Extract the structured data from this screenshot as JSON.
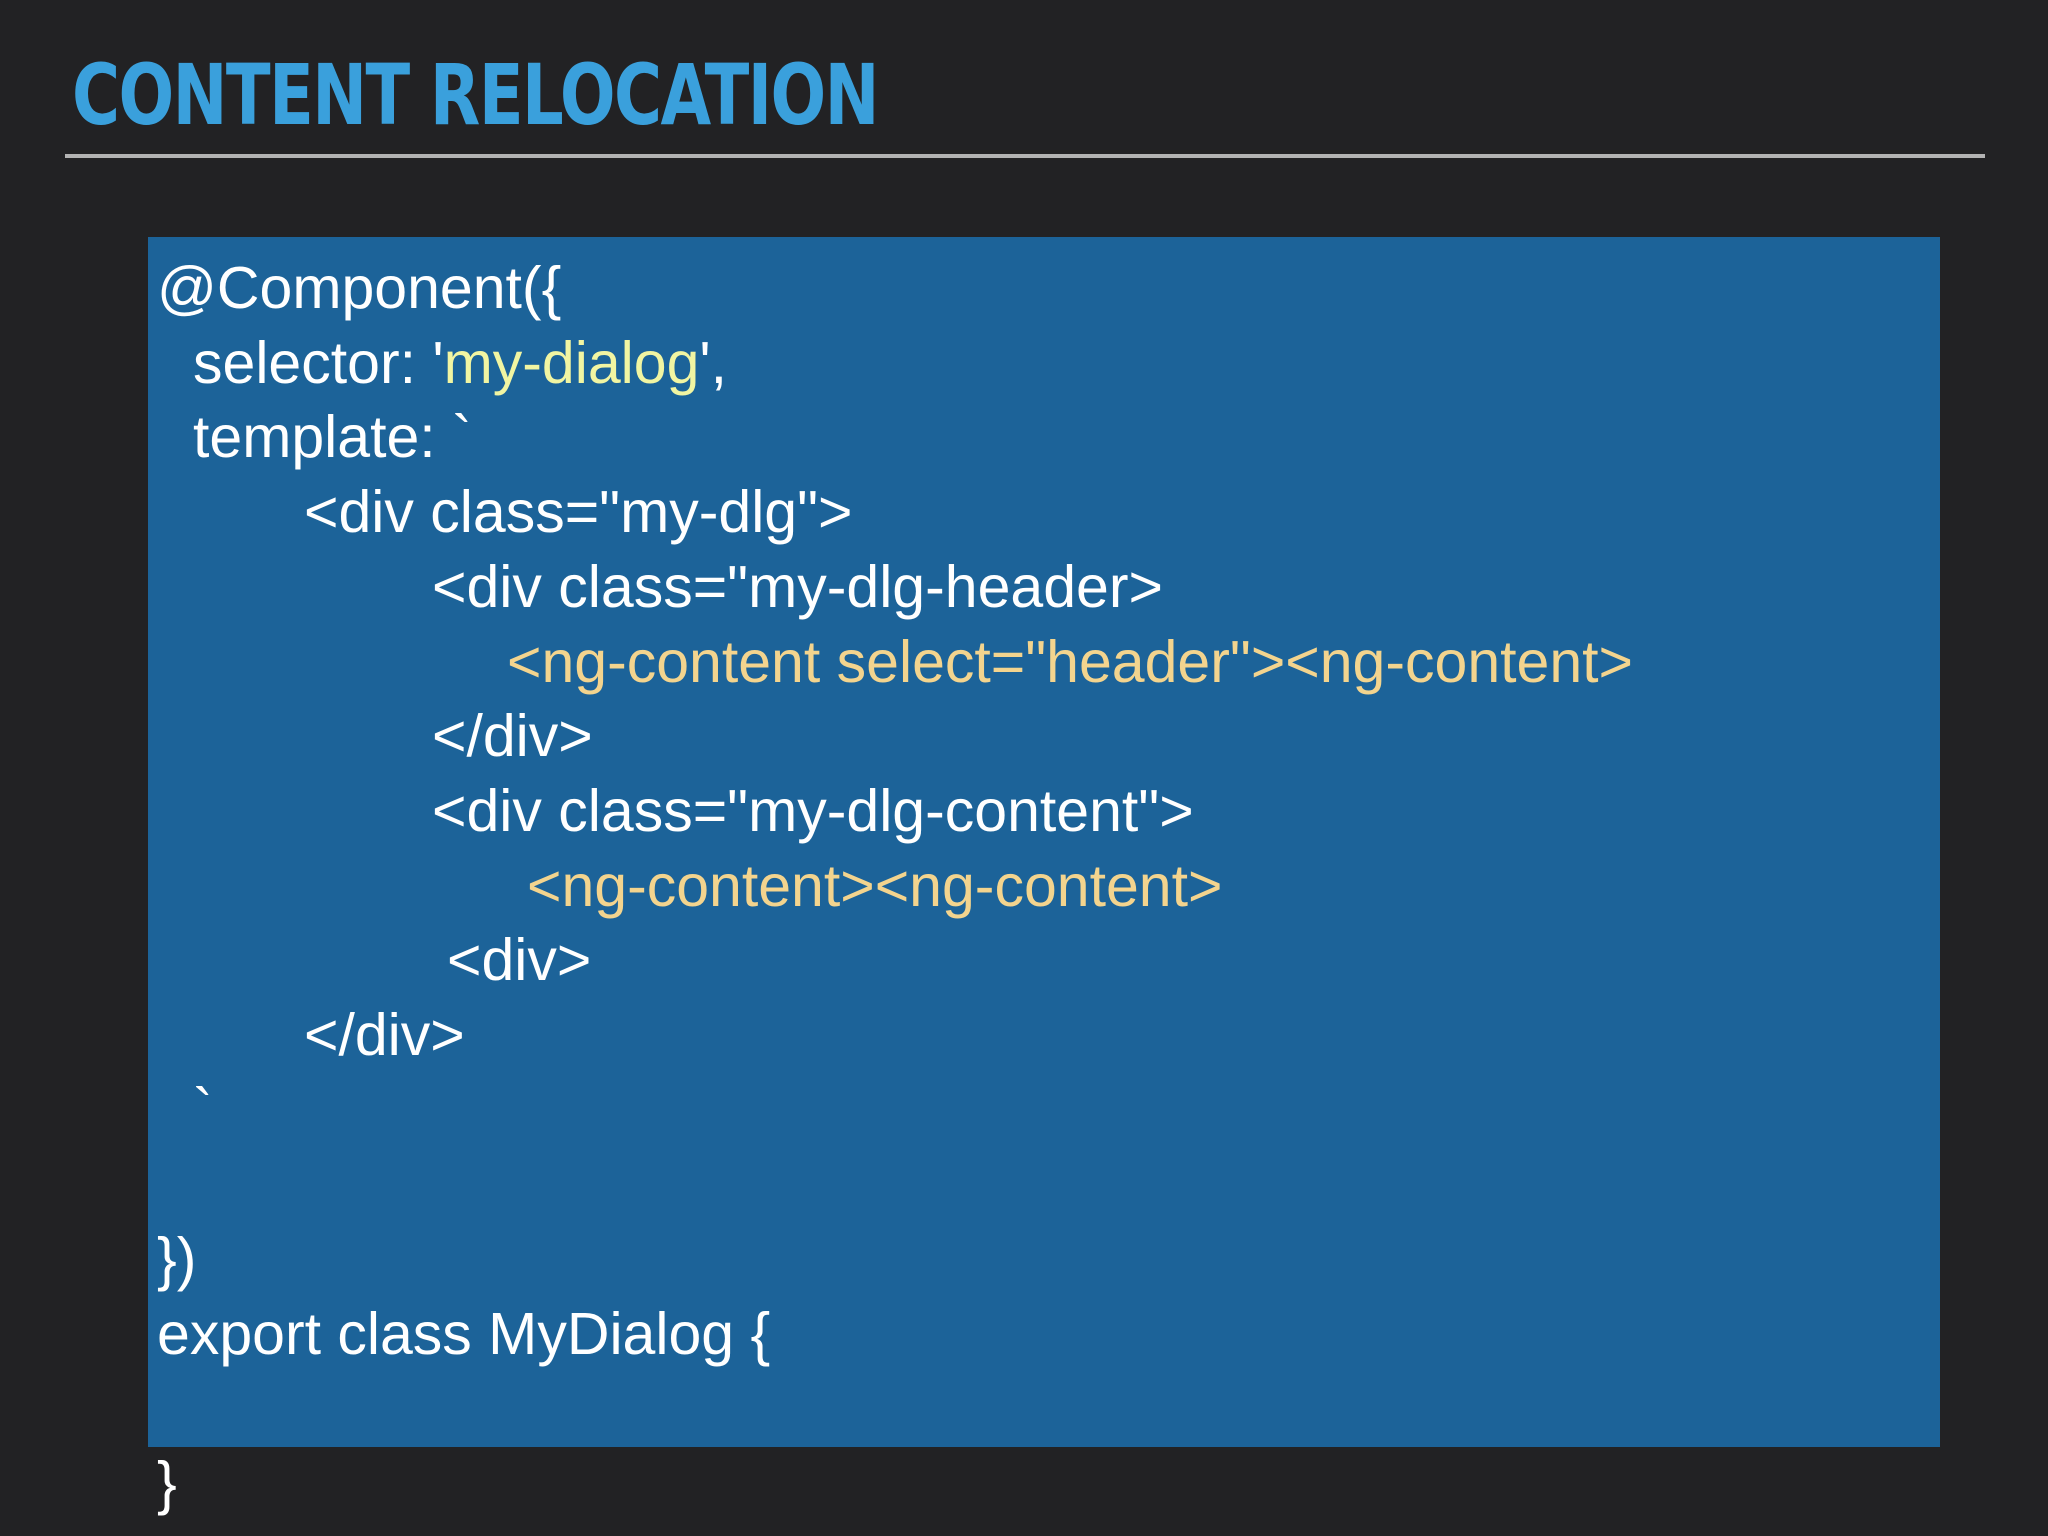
{
  "slide": {
    "title": "CONTENT RELOCATION"
  },
  "colors": {
    "background": "#222224",
    "title": "#3aa0dc",
    "rule": "#b3b3b3",
    "code_panel": "#1c6399",
    "code_text": "#ffffff",
    "string_highlight": "#f1f5a2",
    "ng_content_highlight": "#f3d48e"
  },
  "code": {
    "lines": [
      {
        "indent": 0,
        "segments": [
          {
            "text": "@Component({",
            "style": "plain"
          }
        ]
      },
      {
        "indent": 36,
        "segments": [
          {
            "text": "selector: '",
            "style": "plain"
          },
          {
            "text": "my-dialog",
            "style": "string"
          },
          {
            "text": "',",
            "style": "plain"
          }
        ]
      },
      {
        "indent": 36,
        "segments": [
          {
            "text": "template: `",
            "style": "plain"
          }
        ]
      },
      {
        "indent": 147,
        "segments": [
          {
            "text": "<div class=\"my-dlg\">",
            "style": "plain"
          }
        ]
      },
      {
        "indent": 275,
        "segments": [
          {
            "text": "<div class=\"my-dlg-header>",
            "style": "plain"
          }
        ]
      },
      {
        "indent": 350,
        "segments": [
          {
            "text": "<ng-content select=\"header\"><ng-content>",
            "style": "ng"
          }
        ]
      },
      {
        "indent": 275,
        "segments": [
          {
            "text": "</div>",
            "style": "plain"
          }
        ]
      },
      {
        "indent": 275,
        "segments": [
          {
            "text": "<div class=\"my-dlg-content\">",
            "style": "plain"
          }
        ]
      },
      {
        "indent": 370,
        "segments": [
          {
            "text": "<ng-content><ng-content>",
            "style": "ng"
          }
        ]
      },
      {
        "indent": 290,
        "segments": [
          {
            "text": "<div>",
            "style": "plain"
          }
        ]
      },
      {
        "indent": 147,
        "segments": [
          {
            "text": "</div>",
            "style": "plain"
          }
        ]
      },
      {
        "indent": 36,
        "segments": [
          {
            "text": "`",
            "style": "plain"
          }
        ]
      },
      {
        "indent": 0,
        "segments": [
          {
            "text": "",
            "style": "plain"
          }
        ]
      },
      {
        "indent": 0,
        "segments": [
          {
            "text": "})",
            "style": "plain"
          }
        ]
      },
      {
        "indent": 0,
        "segments": [
          {
            "text": "export class MyDialog {",
            "style": "plain"
          }
        ]
      },
      {
        "indent": 0,
        "segments": [
          {
            "text": "",
            "style": "plain"
          }
        ]
      },
      {
        "indent": 0,
        "segments": [
          {
            "text": "}",
            "style": "plain"
          }
        ]
      }
    ]
  }
}
